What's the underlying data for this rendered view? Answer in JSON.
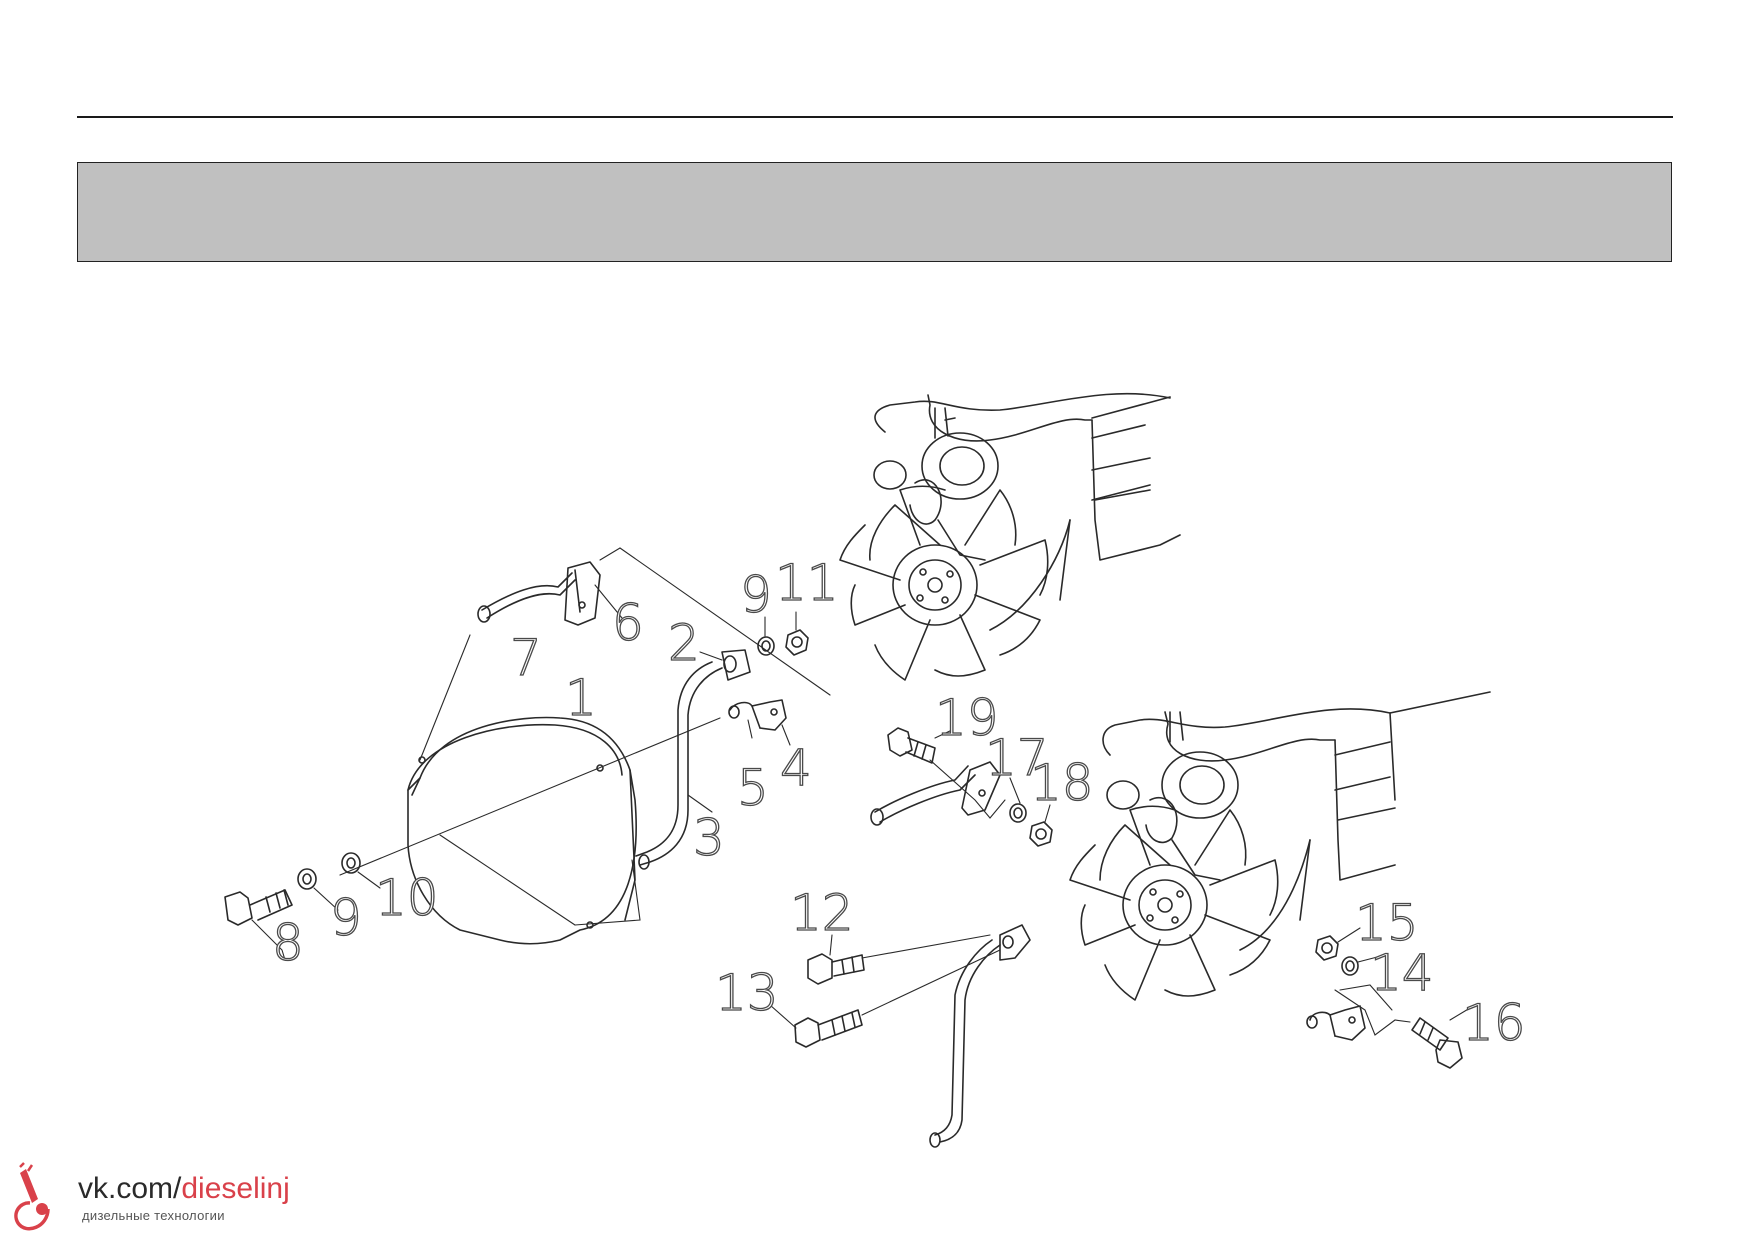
{
  "callouts": {
    "c1": "1",
    "c2": "2",
    "c3": "3",
    "c4": "4",
    "c5": "5",
    "c6": "6",
    "c7": "7",
    "c8": "8",
    "c9a": "9",
    "c9b": "9",
    "c10": "10",
    "c11": "11",
    "c12": "12",
    "c13": "13",
    "c14": "14",
    "c15": "15",
    "c16": "16",
    "c17": "17",
    "c18": "18",
    "c19": "19"
  },
  "watermark": {
    "prefix": "vk.com/",
    "accent": "dieselinj",
    "subtitle": "дизельные технологии",
    "accent_color": "#d9414a",
    "icon": "injector-logo-icon"
  },
  "colors": {
    "header_band": "#c0c0c0",
    "line": "#2a2a2a"
  }
}
